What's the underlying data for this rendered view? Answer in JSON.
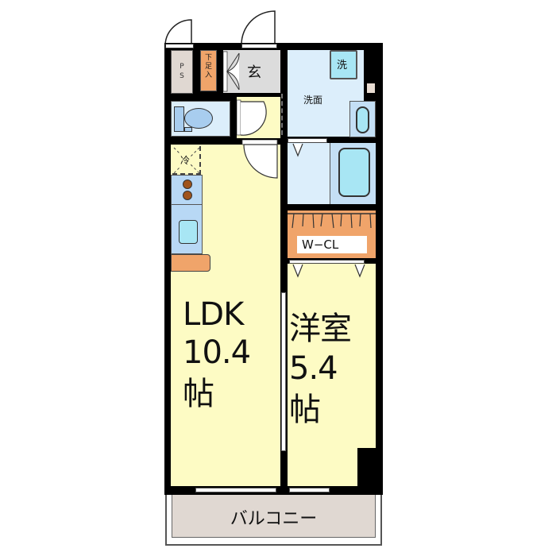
{
  "floor_plan": {
    "rooms": {
      "ldk": {
        "name": "LDK",
        "size": "10.4",
        "unit": "帖",
        "color": "#fdfbc4"
      },
      "western_room": {
        "name": "洋室",
        "size": "5.4",
        "unit": "帖",
        "color": "#fdfbc4"
      },
      "entrance": {
        "name": "玄",
        "color": "#dcdcdc"
      },
      "washroom": {
        "name": "洗面",
        "color": "#dceefb"
      },
      "washing_machine": {
        "name": "洗",
        "color": "#a8e6f4"
      },
      "walk_in_closet": {
        "name": "W−CL",
        "color": "#f0a46a"
      },
      "balcony": {
        "name": "バルコニー",
        "color": "#e0d8d2"
      },
      "pipe_space": {
        "name": "PS",
        "color": "#e0d8d2"
      },
      "shoe_storage": {
        "name": "下足入",
        "color": "#f0a46a"
      },
      "refrigerator": {
        "name": "冷"
      },
      "toilet": {
        "color": "#dceefb"
      },
      "bathroom": {
        "color": "#dceefb"
      }
    },
    "colors": {
      "wall": "#000000",
      "floor": "#fdfbc4",
      "wet_area": "#dceefb",
      "fixture": "#a8e6f4",
      "storage": "#f0a46a"
    }
  }
}
